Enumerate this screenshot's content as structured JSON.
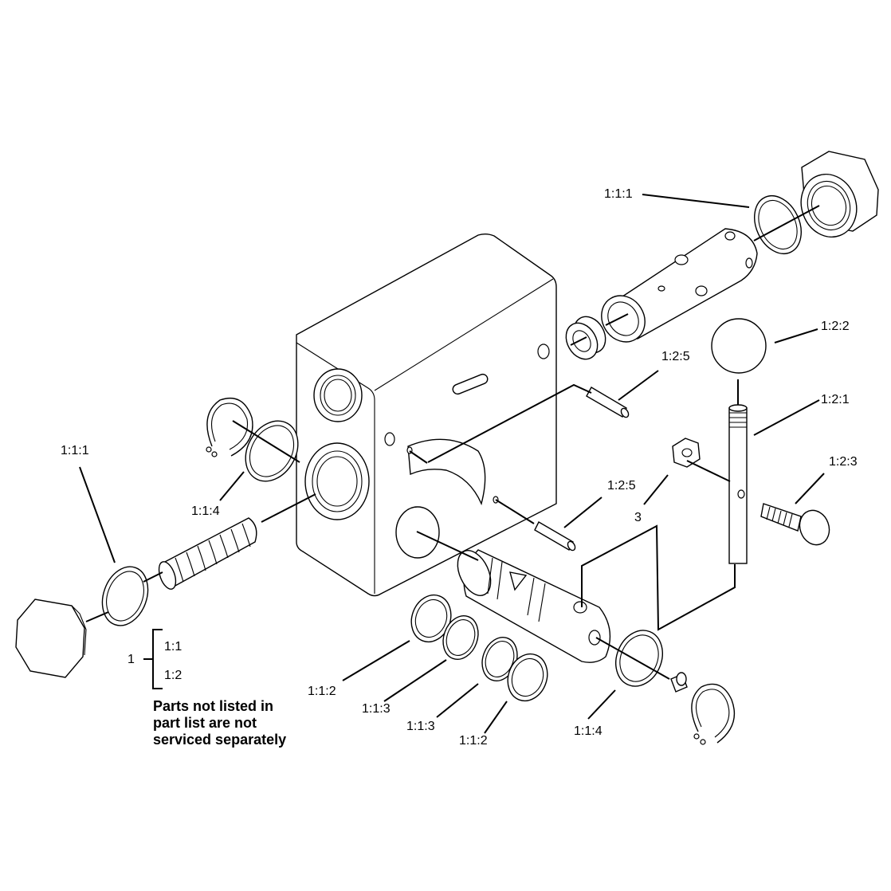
{
  "labels": {
    "oring_top": "1:1:1",
    "oring_left": "1:1:1",
    "ball": "1:2:2",
    "pin_upper": "1:2:5",
    "stem": "1:2:1",
    "pin_lower": "1:2:5",
    "screw": "1:2:3",
    "nut": "3",
    "backup_left": "1:1:4",
    "backup_right": "1:1:4",
    "ring_a": "1:1:2",
    "ring_b": "1:1:3",
    "ring_c": "1:1:3",
    "ring_d": "1:1:2"
  },
  "legend": {
    "group": "1",
    "item1": "1:1",
    "item2": "1:2"
  },
  "note": {
    "line1": "Parts not listed in",
    "line2": "part list are not",
    "line3": "serviced separately"
  }
}
